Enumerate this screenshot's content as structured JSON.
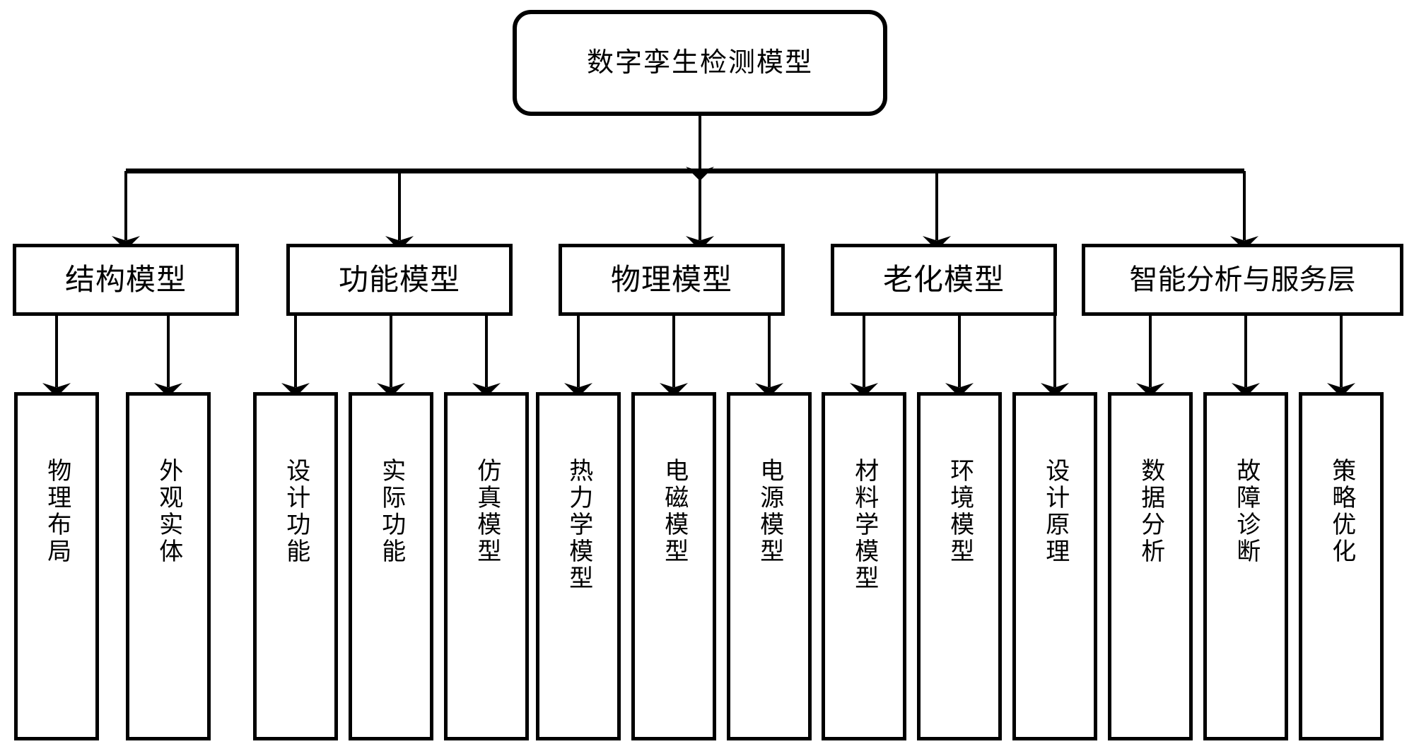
{
  "diagram": {
    "title": "数字孪生检测模型",
    "orientation": "top-down-tree",
    "line_color": "#000000",
    "background_color": "#ffffff",
    "root": {
      "label": "数字孪生检测模型"
    },
    "groups": [
      {
        "label": "结构模型"
      },
      {
        "label": "功能模型"
      },
      {
        "label": "物理模型"
      },
      {
        "label": "老化模型"
      },
      {
        "label": "智能分析与服务层"
      }
    ],
    "leaves": [
      {
        "label": "物理布局"
      },
      {
        "label": "外观实体"
      },
      {
        "label": "设计功能"
      },
      {
        "label": "实际功能"
      },
      {
        "label": "仿真模型"
      },
      {
        "label": "热力学模型"
      },
      {
        "label": "电磁模型"
      },
      {
        "label": "电源模型"
      },
      {
        "label": "材料学模型"
      },
      {
        "label": "环境模型"
      },
      {
        "label": "设计原理"
      },
      {
        "label": "数据分析"
      },
      {
        "label": "故障诊断"
      },
      {
        "label": "策略优化"
      }
    ]
  }
}
